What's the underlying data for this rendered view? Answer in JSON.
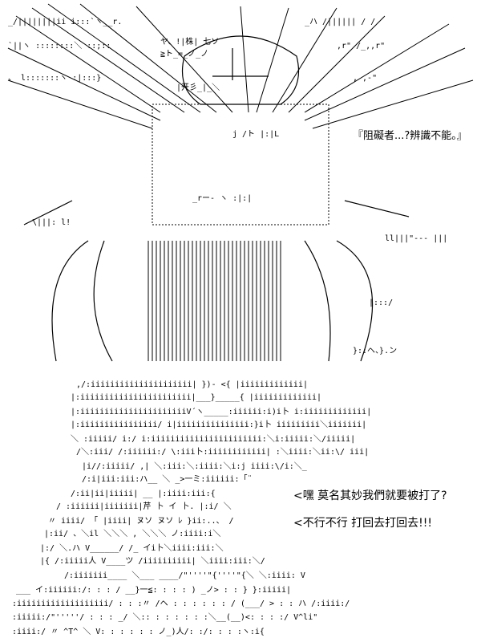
{
  "dialogue": {
    "line1": "『阻礙者...?辨識不能。』",
    "line2": "<嘿 莫名其妙我們就要被打了?",
    "line3": "<不行不行 打回去打回去!!!"
  },
  "art": {
    "style": "shift-jis ascii art",
    "subjects": [
      "armored-robot-figure",
      "seated-character"
    ],
    "colors": {
      "ink": "#000000",
      "paper": "#ffffff"
    }
  }
}
